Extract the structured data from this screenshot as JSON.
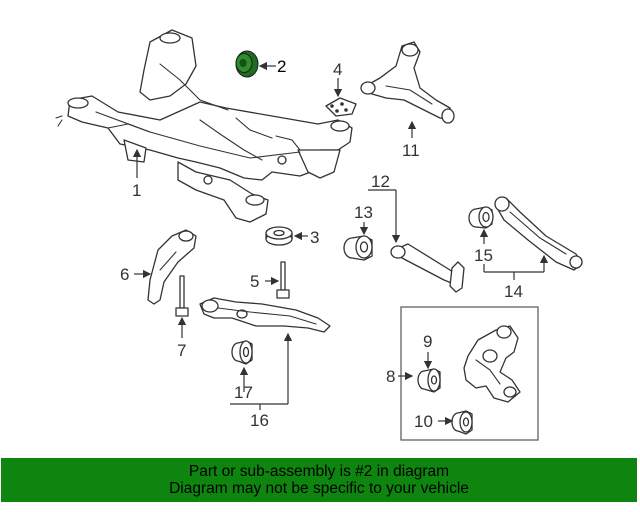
{
  "diagram": {
    "highlighted_part": "2",
    "highlight_color": "#2e8b2e",
    "callouts": {
      "c1": "1",
      "c2": "2",
      "c3": "3",
      "c4": "4",
      "c5": "5",
      "c6": "6",
      "c7": "7",
      "c8": "8",
      "c9": "9",
      "c10": "10",
      "c11": "11",
      "c12": "12",
      "c13": "13",
      "c14": "14",
      "c15": "15",
      "c16": "16",
      "c17": "17"
    },
    "parts": [
      "crossmember",
      "bushing",
      "stopper-washer",
      "plate",
      "bolt",
      "bracket",
      "bolt-long",
      "knuckle",
      "knuckle-bushing-upper",
      "knuckle-bushing-lower",
      "upper-arm",
      "lateral-link",
      "lateral-link-bushing",
      "trailing-link",
      "trailing-link-bushing",
      "lower-arm",
      "lower-arm-bushing"
    ]
  },
  "footer": {
    "background": "#0e850e",
    "line1": "Part or sub-assembly is #2 in diagram",
    "line2": "Diagram may not be specific to your vehicle"
  }
}
